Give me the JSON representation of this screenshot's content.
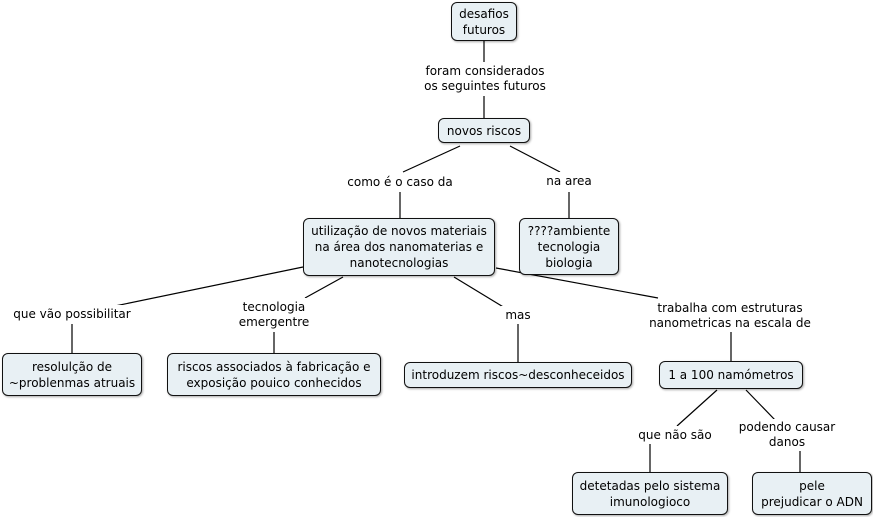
{
  "concepts": {
    "desafios": "desafios\nfuturos",
    "novos_riscos": "novos riscos",
    "utilizacao": "utilização de novos materiais\nna área dos nanomaterias e\nnanotecnologias",
    "ambiente": "????ambiente\ntecnologia\nbiologia",
    "resolucao": "resolulção de\n~problenmas atruais",
    "riscos_associados": "riscos associados à fabricação e\nexposição pouico conhecidos",
    "introduzem": "introduzem riscos~desconheceidos",
    "nanometros": "1 a 100 namómetros",
    "detetadas": "detetadas pelo sistema\nimunologioco",
    "pele": "pele\nprejudicar o ADN"
  },
  "links": {
    "foram": "foram considerados\nos seguintes futuros",
    "como": "como é o caso da",
    "na_area": "na area",
    "que_vao": "que vão possibilitar",
    "tecnologia": "tecnologia\nemergentre",
    "mas": "mas",
    "trabalha": "trabalha com estruturas\nnanometricas na escala de",
    "que_nao": "que não são",
    "podendo": "podendo causar\ndanos"
  },
  "colors": {
    "concept_fill": "#e8f0f4",
    "border": "#111111",
    "line": "#000000"
  }
}
